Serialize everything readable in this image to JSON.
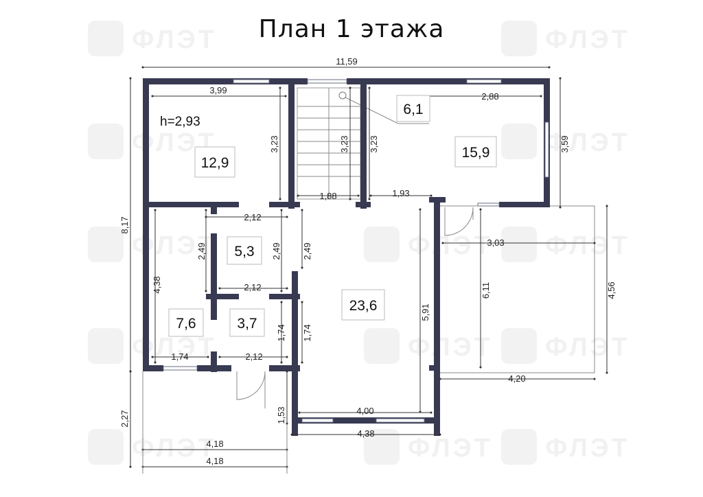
{
  "title": "План 1 этажа",
  "watermark": "ФЛЭТ",
  "colors": {
    "wall": "#383a52",
    "dimension": "#333333",
    "background": "#ffffff"
  },
  "rooms": [
    {
      "id": "bedroom-top-left",
      "area": "12,9"
    },
    {
      "id": "hall-top",
      "area": "6,1"
    },
    {
      "id": "room-top-right",
      "area": "15,9"
    },
    {
      "id": "corridor",
      "area": "5,3"
    },
    {
      "id": "room-left",
      "area": "7,6"
    },
    {
      "id": "bath",
      "area": "3,7"
    },
    {
      "id": "living",
      "area": "23,6"
    }
  ],
  "ceiling_height": "h=2,93",
  "dimensions": {
    "overall_width": "11,59",
    "overall_height": "8,17",
    "bedroom_width": "3,99",
    "bedroom_height": "3,23",
    "stair_height_a": "3,23",
    "stair_height_b": "3,23",
    "top_right_width": "2,88",
    "top_right_height": "3,59",
    "stair_width": "1,88",
    "hall_width": "1,93",
    "corridor_top_width": "2,12",
    "corridor_height_a": "2,49",
    "corridor_height_b": "2,49",
    "corridor_height_c": "2,49",
    "corridor_mid_width": "2,12",
    "left_block_height": "4,38",
    "bath_height_a": "1,74",
    "bath_height_b": "1,74",
    "left_room_width": "1,74",
    "bath_width": "2,12",
    "living_inner_width": "4,00",
    "living_height": "5,91",
    "living_outer_width": "4,38",
    "porch_height": "1,53",
    "terrace_width": "3,03",
    "terrace_inner_height": "6,11",
    "terrace_outer_height": "4,56",
    "terrace_bottom_width": "4,20",
    "bottom_height": "2,27",
    "bottom_width_a": "4,18",
    "bottom_width_b": "4,18"
  }
}
